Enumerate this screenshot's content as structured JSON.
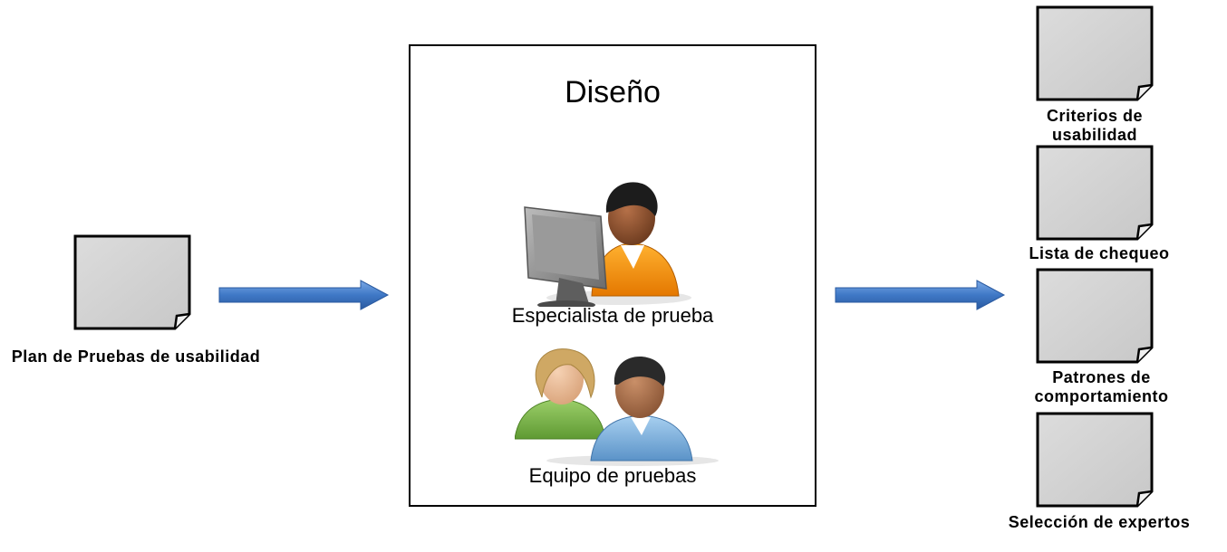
{
  "input": {
    "label": "Plan de Pruebas de usabilidad",
    "icon": "document-icon"
  },
  "center": {
    "title": "Diseño",
    "roles": [
      {
        "label": "Especialista de prueba",
        "icon": "person-computer-icon"
      },
      {
        "label": "Equipo de pruebas",
        "icon": "team-icon"
      }
    ]
  },
  "outputs": [
    {
      "label": "Criterios de usabilidad",
      "icon": "document-icon"
    },
    {
      "label": "Lista de chequeo",
      "icon": "document-icon"
    },
    {
      "label": "Patrones de comportamiento",
      "icon": "document-icon"
    },
    {
      "label": "Selección de expertos",
      "icon": "document-icon"
    }
  ],
  "colors": {
    "arrow": "#3f78c6",
    "document": "#d4d4d4"
  }
}
